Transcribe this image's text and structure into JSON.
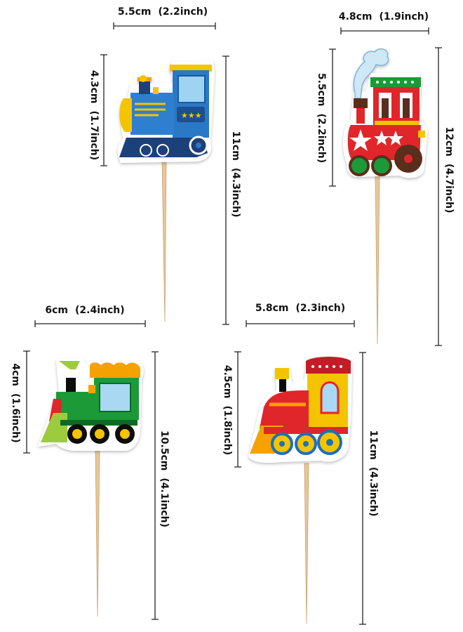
{
  "colors": {
    "stick": "#e8c79a",
    "dimension_line": "#222222",
    "blue_train": "#1f6fbf",
    "red_train": "#e0262b",
    "green_train": "#1e9a38",
    "yellow": "#f7c600"
  },
  "toppers": [
    {
      "name": "blue train",
      "width": {
        "cm": "5.5cm",
        "inch": "(2.2inch)"
      },
      "height": {
        "cm": "4.3cm",
        "inch": "(1.7inch)"
      },
      "total": {
        "cm": "11cm",
        "inch": "(4.3inch)"
      }
    },
    {
      "name": "red white-star train",
      "width": {
        "cm": "4.8cm",
        "inch": "(1.9inch)"
      },
      "height": {
        "cm": "5.5cm",
        "inch": "(2.2inch)"
      },
      "total": {
        "cm": "12cm",
        "inch": "(4.7inch)"
      }
    },
    {
      "name": "green train",
      "width": {
        "cm": "6cm",
        "inch": "(2.4inch)"
      },
      "height": {
        "cm": "4cm",
        "inch": "(1.6inch)"
      },
      "total": {
        "cm": "10.5cm",
        "inch": "(4.1inch)"
      }
    },
    {
      "name": "red yellow-wheel train",
      "width": {
        "cm": "5.8cm",
        "inch": "(2.3inch)"
      },
      "height": {
        "cm": "4.5cm",
        "inch": "(1.8inch)"
      },
      "total": {
        "cm": "11cm",
        "inch": "(4.3inch)"
      }
    }
  ]
}
